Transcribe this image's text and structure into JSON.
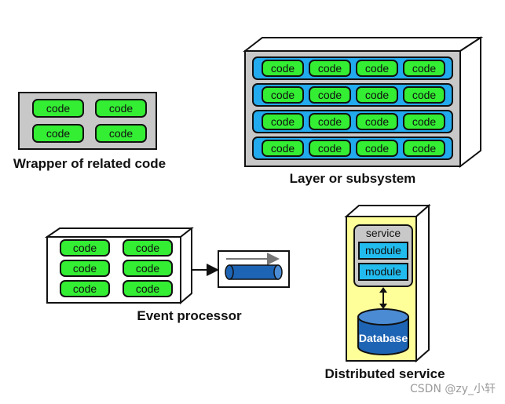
{
  "colors": {
    "code_fill": "#33ee33",
    "gray_box": "#c8c8c8",
    "layer_band": "#22aaee",
    "service_yellow": "#ffff99",
    "module_fill": "#22bbee",
    "queue_blue": "#1e64b4",
    "database_blue": "#1e64b4"
  },
  "wrapper": {
    "code_labels": [
      "code",
      "code",
      "code",
      "code"
    ],
    "caption": "Wrapper of related code"
  },
  "layer": {
    "rows": [
      [
        "code",
        "code",
        "code",
        "code"
      ],
      [
        "code",
        "code",
        "code",
        "code"
      ],
      [
        "code",
        "code",
        "code",
        "code"
      ],
      [
        "code",
        "code",
        "code",
        "code"
      ]
    ],
    "caption": "Layer or subsystem"
  },
  "event": {
    "code_labels": [
      "code",
      "code",
      "code",
      "code",
      "code",
      "code"
    ],
    "caption": "Event processor"
  },
  "distributed": {
    "service_label": "service",
    "modules": [
      "module",
      "module"
    ],
    "database_label": "Database",
    "caption": "Distributed service"
  },
  "watermark": "CSDN @zy_小轩"
}
